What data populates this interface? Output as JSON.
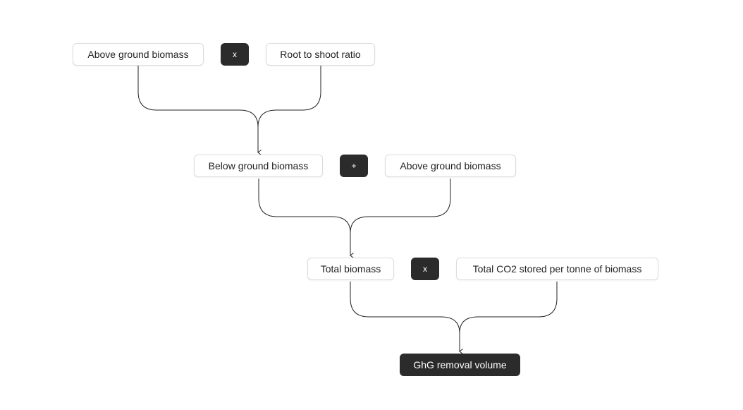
{
  "diagram": {
    "row1": {
      "left_label": "Above ground biomass",
      "operator": "x",
      "right_label": "Root to shoot ratio"
    },
    "row2": {
      "left_label": "Below ground biomass",
      "operator": "+",
      "right_label": "Above ground biomass"
    },
    "row3": {
      "left_label": "Total biomass",
      "operator": "x",
      "right_label": "Total CO2 stored per tonne of biomass"
    },
    "result": {
      "label": "GhG removal volume"
    }
  },
  "colors": {
    "operator_bg": "#2b2b2b",
    "box_border": "#dcdcdc",
    "connector": "#222222"
  }
}
